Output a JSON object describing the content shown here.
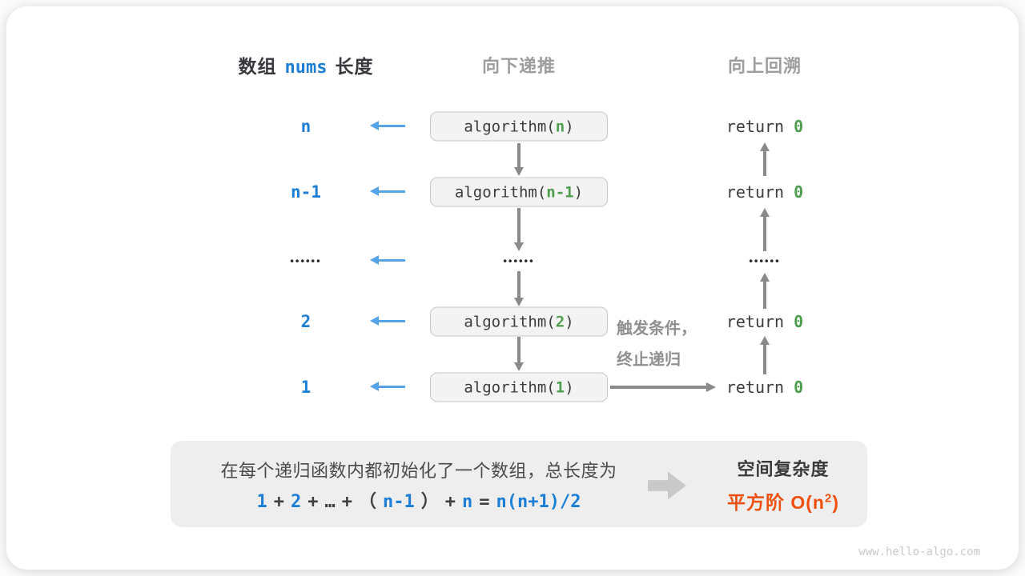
{
  "colors": {
    "blue": "#1c7fd5",
    "arrow_blue": "#55a4e8",
    "green": "#4f9e4f",
    "gray_arrow": "#8a8a8a",
    "orange": "#ee4f0e"
  },
  "header": {
    "col1_part1": "数组",
    "col1_code": "nums",
    "col1_part2": "长度",
    "col2": "向下递推",
    "col3": "向上回溯"
  },
  "rows": [
    {
      "label": "n",
      "call_open": "algorithm(",
      "param": "n",
      "call_close": ")",
      "ret_kw": "return",
      "ret_val": "0"
    },
    {
      "label": "n-1",
      "call_open": "algorithm(",
      "param": "n-1",
      "call_close": ")",
      "ret_kw": "return",
      "ret_val": "0"
    },
    {
      "ellipsis_left": "••••••",
      "ellipsis_mid": "••••••",
      "ellipsis_right": "••••••"
    },
    {
      "label": "2",
      "call_open": "algorithm(",
      "param": "2",
      "call_close": ")",
      "ret_kw": "return",
      "ret_val": "0"
    },
    {
      "label": "1",
      "call_open": "algorithm(",
      "param": "1",
      "call_close": ")",
      "ret_kw": "return",
      "ret_val": "0"
    }
  ],
  "annotation": {
    "line1": "触发条件，",
    "line2": "终止递归"
  },
  "summary": {
    "line1": "在每个递归函数内都初始化了一个数组，总长度为",
    "formula": {
      "t1": "1",
      "p1": "+",
      "t2": "2",
      "p2": "+",
      "dots": "…",
      "p3": "+",
      "lp": "（",
      "t3": "n-1",
      "rp": "）",
      "p4": "+",
      "t4": "n",
      "eq": "=",
      "t5": "n(n+1)/2"
    },
    "result_title": "空间复杂度",
    "result_prefix": "平方阶 O(n",
    "result_sup": "2",
    "result_suffix": ")"
  },
  "watermark": "www.hello-algo.com"
}
